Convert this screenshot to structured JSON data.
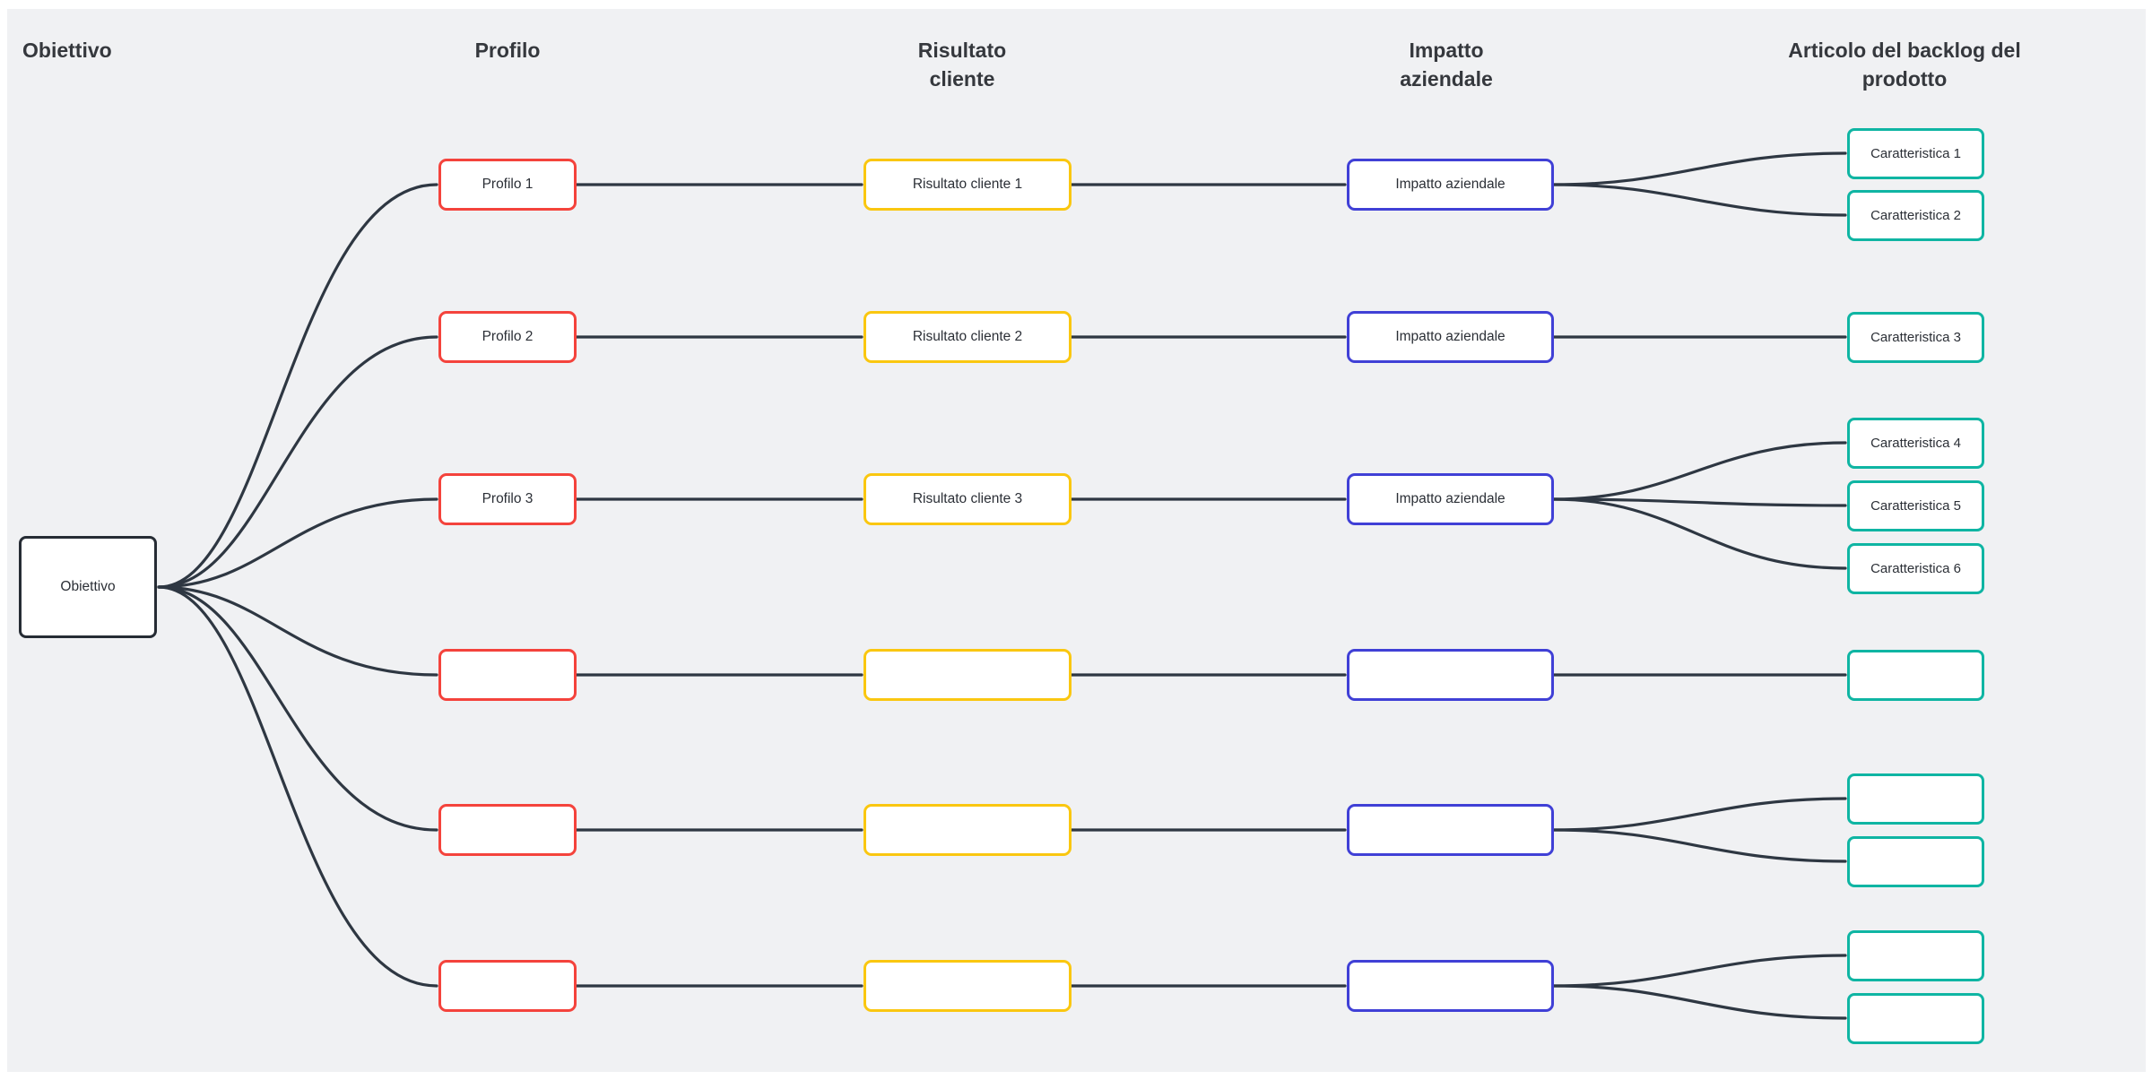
{
  "headers": {
    "objective": "Obiettivo",
    "profile": "Profilo",
    "customer_result": "Risultato\ncliente",
    "business_impact": "Impatto\naziendale",
    "backlog_item": "Articolo del backlog del\nprodotto"
  },
  "root": {
    "label": "Obiettivo"
  },
  "rows": [
    {
      "profile": "Profilo 1",
      "result": "Risultato cliente 1",
      "impact": "Impatto aziendale",
      "features": [
        "Caratteristica 1",
        "Caratteristica 2"
      ]
    },
    {
      "profile": "Profilo 2",
      "result": "Risultato cliente 2",
      "impact": "Impatto aziendale",
      "features": [
        "Caratteristica 3"
      ]
    },
    {
      "profile": "Profilo 3",
      "result": "Risultato cliente 3",
      "impact": "Impatto aziendale",
      "features": [
        "Caratteristica 4",
        "Caratteristica 5",
        "Caratteristica 6"
      ]
    },
    {
      "profile": "",
      "result": "",
      "impact": "",
      "features": [
        ""
      ]
    },
    {
      "profile": "",
      "result": "",
      "impact": "",
      "features": [
        "",
        ""
      ]
    },
    {
      "profile": "",
      "result": "",
      "impact": "",
      "features": [
        "",
        ""
      ]
    }
  ],
  "colors": {
    "canvas_bg": "#f0f1f3",
    "connector": "#2e3742",
    "objective_border": "#262c34",
    "profile_border": "#f4433c",
    "result_border": "#fac710",
    "impact_border": "#4040d6",
    "feature_border": "#0fb5a3",
    "node_fill": "#ffffff",
    "text": "#2b2f36"
  }
}
